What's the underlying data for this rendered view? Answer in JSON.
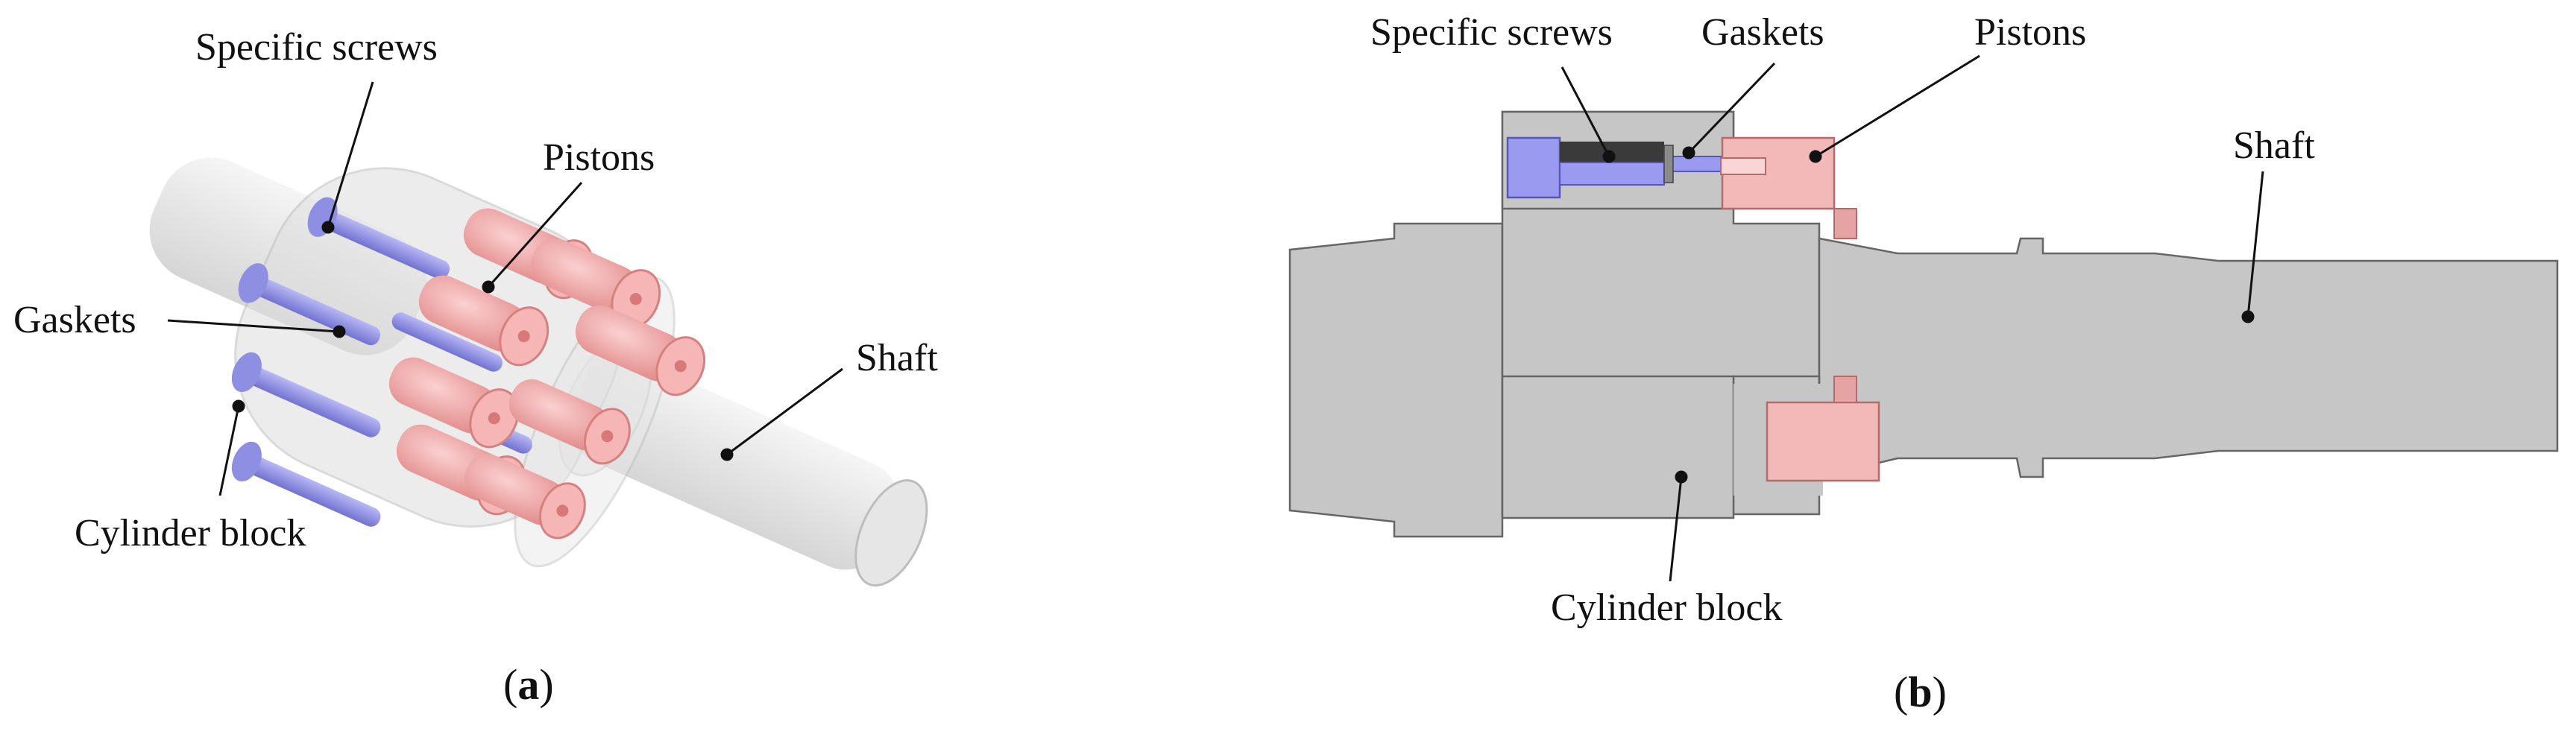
{
  "panel_a": {
    "labels": {
      "specific_screws": "Specific screws",
      "pistons": "Pistons",
      "gaskets": "Gaskets",
      "shaft": "Shaft",
      "cylinder_block": "Cylinder block"
    },
    "caption_letter": "a"
  },
  "panel_b": {
    "labels": {
      "specific_screws": "Specific screws",
      "gaskets": "Gaskets",
      "pistons": "Pistons",
      "shaft": "Shaft",
      "cylinder_block": "Cylinder block"
    },
    "caption_letter": "b"
  },
  "colors": {
    "screw_blue": "#8f8fe6",
    "piston_pink": "#f2a7a7",
    "body_grey": "#c4c4c4",
    "outline": "#555555"
  }
}
